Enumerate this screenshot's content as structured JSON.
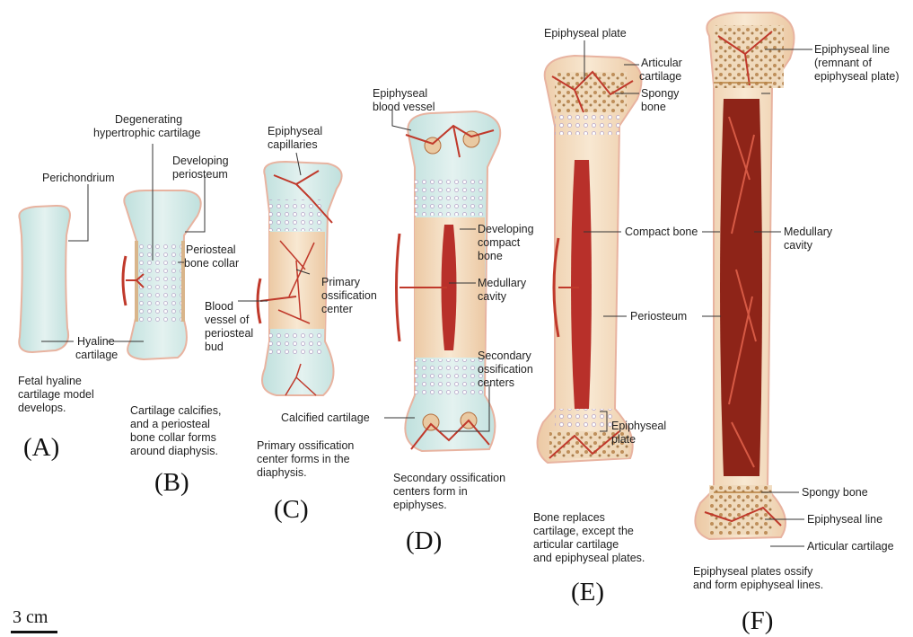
{
  "panels": {
    "A": {
      "letter": "(A)",
      "caption": [
        "Fetal hyaline",
        "cartilage model",
        "develops."
      ]
    },
    "B": {
      "letter": "(B)",
      "caption": [
        "Cartilage calcifies,",
        "and a periosteal",
        "bone collar forms",
        "around diaphysis."
      ]
    },
    "C": {
      "letter": "(C)",
      "caption": [
        "Primary ossification",
        "center forms in the",
        "diaphysis."
      ]
    },
    "D": {
      "letter": "(D)",
      "caption": [
        "Secondary ossification",
        "centers form in",
        "epiphyses."
      ]
    },
    "E": {
      "letter": "(E)",
      "caption": [
        "Bone replaces",
        "cartilage, except the",
        "articular cartilage",
        "and epiphyseal plates."
      ]
    },
    "F": {
      "letter": "(F)",
      "caption": [
        "Epiphyseal plates ossify",
        "and form epiphyseal lines."
      ]
    }
  },
  "labels": {
    "perichondrium": "Perichondrium",
    "hyaline_cartilage": [
      "Hyaline",
      "cartilage"
    ],
    "degenerating": [
      "Degenerating",
      "hypertrophic cartilage"
    ],
    "developing_periosteum": [
      "Developing",
      "periosteum"
    ],
    "periosteal_collar": [
      "Periosteal",
      "bone collar"
    ],
    "blood_vessel_bud": [
      "Blood",
      "vessel of",
      "periosteal",
      "bud"
    ],
    "epiphyseal_capillaries": [
      "Epiphyseal",
      "capillaries"
    ],
    "primary_center": [
      "Primary",
      "ossification",
      "center"
    ],
    "calcified_cartilage": "Calcified cartilage",
    "epiphyseal_blood_vessel": [
      "Epiphyseal",
      "blood vessel"
    ],
    "developing_compact": [
      "Developing",
      "compact",
      "bone"
    ],
    "medullary_cavity_d": [
      "Medullary",
      "cavity"
    ],
    "secondary_centers": [
      "Secondary",
      "ossification",
      "centers"
    ],
    "epiphyseal_plate_top": "Epiphyseal plate",
    "articular_cartilage_e": [
      "Articular",
      "cartilage"
    ],
    "spongy_bone_e": [
      "Spongy",
      "bone"
    ],
    "compact_bone": "Compact bone",
    "periosteum": "Periosteum",
    "epiphyseal_plate_e": [
      "Epiphyseal",
      "plate"
    ],
    "epiphyseal_line_f": [
      "Epiphyseal line",
      "(remnant of",
      "epiphyseal plate)"
    ],
    "medullary_cavity_f": [
      "Medullary",
      "cavity"
    ],
    "spongy_bone_f": "Spongy bone",
    "epiphyseal_line_bottom": "Epiphyseal line",
    "articular_cartilage_f": "Articular cartilage"
  },
  "scale_bar": {
    "label": "3 cm"
  },
  "colors": {
    "cartilage": "#cfe6e4",
    "bone": "#f2dcc0",
    "vessel": "#c0392b",
    "marrow": "#8e2418",
    "outline": "#e8b3a0"
  }
}
